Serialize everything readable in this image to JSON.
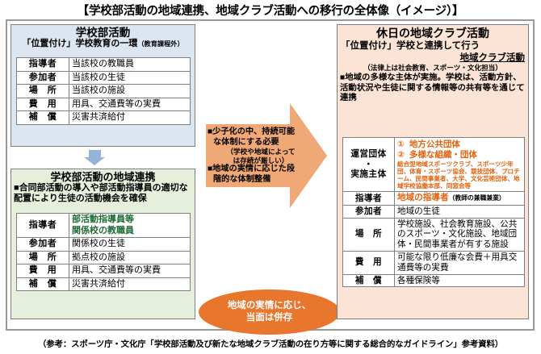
{
  "title": "【学校部活動の地域連携、地域クラブ活動への移行の全体像（イメージ）】",
  "left": {
    "school": {
      "title": "学校部活動",
      "subtitle_main": "「位置付け」学校教育の一環",
      "subtitle_note": "（教育課程外）",
      "rows": [
        {
          "label": "指導者",
          "value": "当該校の教職員"
        },
        {
          "label": "参加者",
          "value": "当該校の生徒"
        },
        {
          "label": "場　所",
          "value": "当該校の施設"
        },
        {
          "label": "費　用",
          "value": "用具、交通費等の実費"
        },
        {
          "label": "補　償",
          "value": "災害共済給付"
        }
      ]
    },
    "arrow_down_icon": "down-arrow-icon",
    "link": {
      "title": "学校部活動の地域連携",
      "subtitle": "■合同部活動の導入や部活動指導員の適切な配置により生徒の活動機会を確保",
      "rows": [
        {
          "label": "指導者",
          "value": "部活動指導員等\n関係校の教職員",
          "green": true
        },
        {
          "label": "参加者",
          "value": "関係校の生徒"
        },
        {
          "label": "場　所",
          "value": "拠点校の施設"
        },
        {
          "label": "費　用",
          "value": "用具、交通費等の実費"
        },
        {
          "label": "補　償",
          "value": "災害共済給付"
        }
      ]
    }
  },
  "center": {
    "arrow_icon": "right-arrow-icon",
    "line1": "■少子化の中、持続可能",
    "line2": "な体制にする必要",
    "note1": "（学校や地域によって",
    "note2": "は存続が厳しい）",
    "line3": "■地域の実情に応じた段",
    "line4": "階的な体制整備",
    "ellipse": {
      "line1": "地域の実情に応じ、",
      "line2": "当面は併存",
      "color": "#e8762c"
    }
  },
  "right": {
    "club": {
      "title": "休日の地域クラブ活動",
      "sub_a": "「位置付け」学校と連携して行う",
      "sub_b": "地域クラブ活動",
      "sub_note": "（法律上は社会教育、スポーツ・文化担当）",
      "sub_body": "■地域の多様な主体が実施。学校は、活動方針、活動状況や生徒に関する情報等の共有等を通じて連携",
      "rows": [
        {
          "label": "運営団体\n・\n実施主体",
          "items": [
            {
              "num": "①",
              "text": "地方公共団体"
            },
            {
              "num": "②",
              "text": "多様な組織・団体"
            }
          ],
          "detail": "総合型地域スポーツクラブ、スポーツ少年団、体育・スポーツ協会、競技団体、プロチーム、民間事業者、大学、文化芸術団体、地域学校協働本部、同窓会等"
        },
        {
          "label": "指導者",
          "value": "地域の指導者",
          "value_note": "（教師の兼職兼業）",
          "orange": true
        },
        {
          "label": "参加者",
          "value": "地域の生徒"
        },
        {
          "label": "場　所",
          "value": "学校施設、社会教育施設、公共のスポーツ・文化施設、地域団体・民間事業者が有する施設"
        },
        {
          "label": "費　用",
          "value": "可能な限り低廉な会費＋用具交通費等の実費"
        },
        {
          "label": "補　償",
          "value": "各種保険等"
        }
      ]
    }
  },
  "footer": "（参考：スポーツ庁・文化庁「学校部活動及び新たな地域クラブ活動の在り方等に関する総合的なガイドライン」参考資料）",
  "colors": {
    "school_panel": "#dce6f1",
    "link_panel": "#e6efdc",
    "club_panel": "#fbe4d5",
    "arrow": "#f0a876",
    "ellipse": "#e8762c",
    "accent_orange": "#e2620f",
    "accent_green": "#1f6b36"
  }
}
